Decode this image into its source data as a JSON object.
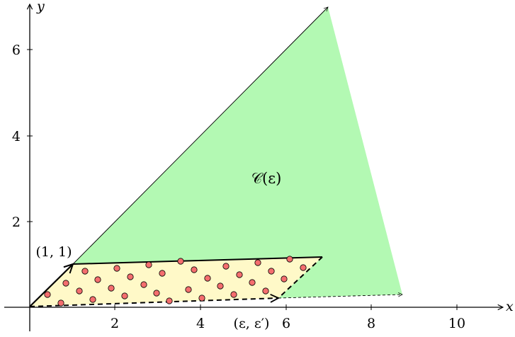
{
  "axes": {
    "x_label": "x",
    "y_label": "y",
    "x_ticks": [
      "2",
      "4",
      "6",
      "8",
      "10"
    ],
    "y_ticks": [
      "2",
      "4",
      "6"
    ]
  },
  "labels": {
    "cone": "𝒞(ε)",
    "point_one": "(1, 1)",
    "point_eps": "(ε, ε′)"
  },
  "colors": {
    "cone_fill": "#b3f9b3",
    "parallelogram_fill": "#fff9c8",
    "dot_fill": "#f46e6e",
    "dot_stroke": "#000000",
    "line": "#000000"
  }
}
